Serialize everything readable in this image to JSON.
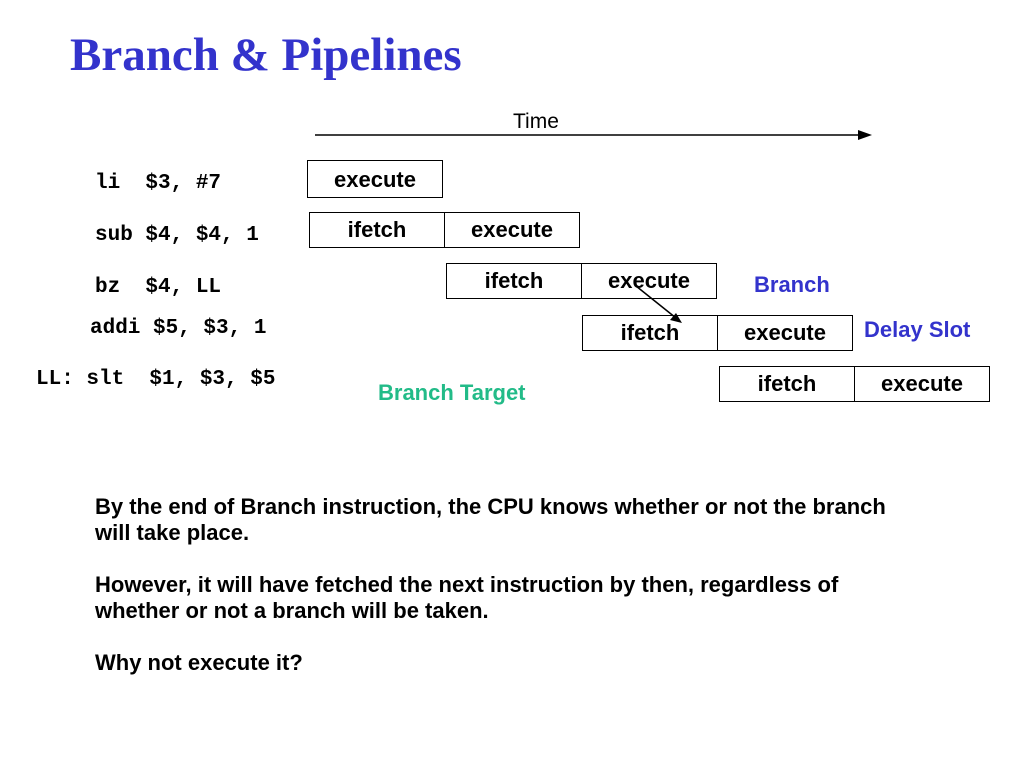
{
  "title": "Branch & Pipelines",
  "time_label": "Time",
  "instructions": [
    "li  $3, #7",
    "sub $4, $4, 1",
    "bz  $4, LL",
    "addi $5, $3, 1",
    "LL: slt  $1, $3, $5"
  ],
  "stages": {
    "ifetch": "ifetch",
    "execute": "execute"
  },
  "annotations": {
    "branch": "Branch",
    "delay_slot": "Delay Slot",
    "branch_target": "Branch Target"
  },
  "colors": {
    "title": "#3333cc",
    "branch": "#3333cc",
    "delay_slot": "#3333cc",
    "branch_target": "#22bb88"
  },
  "paragraphs": [
    "By the end of Branch instruction, the CPU knows whether or not the branch will take place.",
    "However, it will have fetched the next instruction by then, regardless of whether or not a branch will be taken.",
    "Why not execute it?"
  ]
}
